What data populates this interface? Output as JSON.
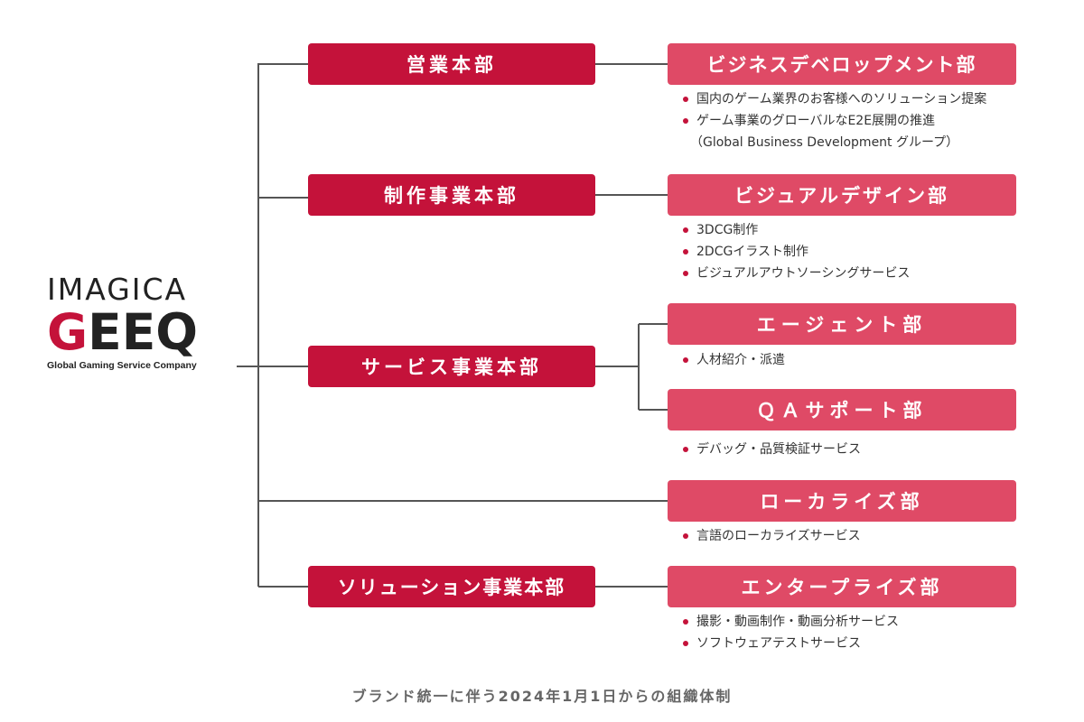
{
  "logo": {
    "top_text": "IMAGICA",
    "main_red": "G",
    "main_rest": "EEQ",
    "tagline": "Global Gaming Service Company"
  },
  "headquarters": [
    {
      "label": "営業本部"
    },
    {
      "label": "制作事業本部"
    },
    {
      "label": "サービス事業本部"
    },
    {
      "label": "ソリューション事業本部"
    }
  ],
  "departments": [
    {
      "label": "ビジネスデベロップメント部",
      "bullets": [
        "国内のゲーム業界のお客様へのソリューション提案",
        "ゲーム事業のグローバルなE2E展開の推進"
      ],
      "note": "（Global Business Development グループ）"
    },
    {
      "label": "ビジュアルデザイン部",
      "bullets": [
        "3DCG制作",
        "2DCGイラスト制作",
        "ビジュアルアウトソーシングサービス"
      ]
    },
    {
      "label": "エージェント部",
      "bullets": [
        "人材紹介・派遣"
      ]
    },
    {
      "label": "ＱＡサポート部",
      "bullets": [
        "デバッグ・品質検証サービス"
      ]
    },
    {
      "label": "ローカライズ部",
      "bullets": [
        "言語のローカライズサービス"
      ]
    },
    {
      "label": "エンタープライズ部",
      "bullets": [
        "撮影・動画制作・動画分析サービス",
        "ソフトウェアテストサービス"
      ]
    }
  ],
  "footer": "ブランド統一に伴う2024年1月1日からの組織体制",
  "colors": {
    "hq_box": "#c4123a",
    "dept_box": "#df4a66",
    "bullet_dot": "#c4123a",
    "connector": "#555555"
  }
}
